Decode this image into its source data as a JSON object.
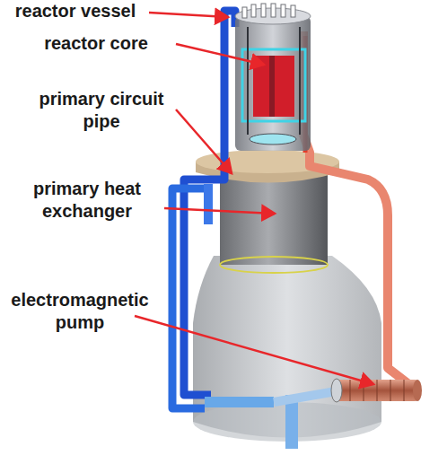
{
  "diagram": {
    "labels": [
      "reactor vessel",
      "reactor core",
      "primary circuit pipe",
      "primary heat exchanger",
      "electromagnetic pump"
    ]
  }
}
